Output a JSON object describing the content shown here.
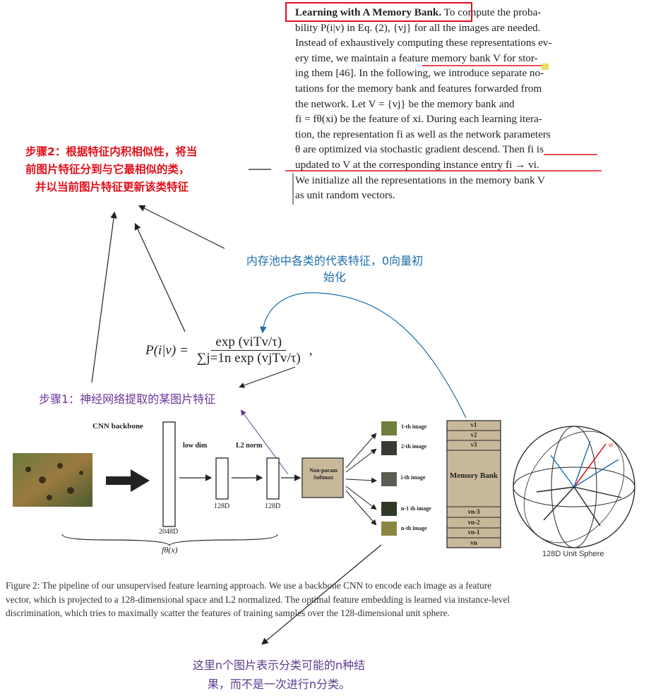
{
  "paper": {
    "heading": "Learning with A Memory Bank.",
    "lines": [
      " To compute the proba-",
      "bility P(i|v) in Eq. (2), {vj} for all the images are needed.",
      "Instead of exhaustively computing these representations ev-",
      "ery time, we maintain a feature memory bank V for stor-",
      "ing them [46]. In the following, we introduce separate no-",
      "tations for the memory bank and features forwarded from",
      "the network.  Let V = {vj} be the memory bank and",
      "fi = fθ(xi) be the feature of xi. During each learning itera-",
      "tion, the representation fi as well as the network parameters",
      "θ are optimized via stochastic gradient descend. Then fi is",
      "updated to V at the corresponding instance entry fi → vi.",
      "We initialize all the representations in the memory bank V",
      "as unit random vectors."
    ]
  },
  "annotations": {
    "step2": [
      "步骤2：根据特征内积相似性，将当",
      "前图片特征分到与它最相似的类，",
      "并以当前图片特征更新该类特征"
    ],
    "memory_note": [
      "内存池中各类的代表特征，0向量初",
      "始化"
    ],
    "step1": "步骤1：神经网络提取的某图片特征",
    "n_note": [
      "这里n个图片表示分类可能的n种结",
      "果，而不是一次进行n分类。"
    ]
  },
  "formula": {
    "lhs": "P(i|v) =",
    "numerator": "exp (viTv/τ)",
    "denominator": "∑j=1n exp (vjTv/τ)",
    "trailing": ","
  },
  "diagram": {
    "cnn_backbone": "CNN backbone",
    "low_dim": "low dim",
    "l2_norm": "L2 norm",
    "dim_2048": "2048D",
    "dim_128a": "128D",
    "dim_128b": "128D",
    "f_theta": "fθ(x)",
    "softmax": "Non-param Softmax",
    "images": [
      "1-th image",
      "2-th image",
      "i-th image",
      "n-1 th image",
      "n-th image"
    ],
    "memory_bank_label": "Memory Bank",
    "bank_top": [
      "v1",
      "v2",
      "v3"
    ],
    "bank_bottom": [
      "vn-3",
      "vn-2",
      "vn-1",
      "vn"
    ],
    "sphere_label": "128D Unit Sphere",
    "sphere_vector": "vi"
  },
  "caption": {
    "lines": [
      "Figure 2: The pipeline of our unsupervised feature learning approach. We use a backbone CNN to encode each image as a feature",
      "vector, which is projected to a 128-dimensional space and L2 normalized. The optimal feature embedding is learned via instance-level",
      "discrimination, which tries to maximally scatter the features of training samples over the 128-dimensional unit sphere."
    ]
  },
  "colors": {
    "red": "#e0101a",
    "blue": "#1f6ea8",
    "purple": "#6b3597",
    "bank_fill": "#c8b89a",
    "softmax_fill": "#c8b89a"
  }
}
